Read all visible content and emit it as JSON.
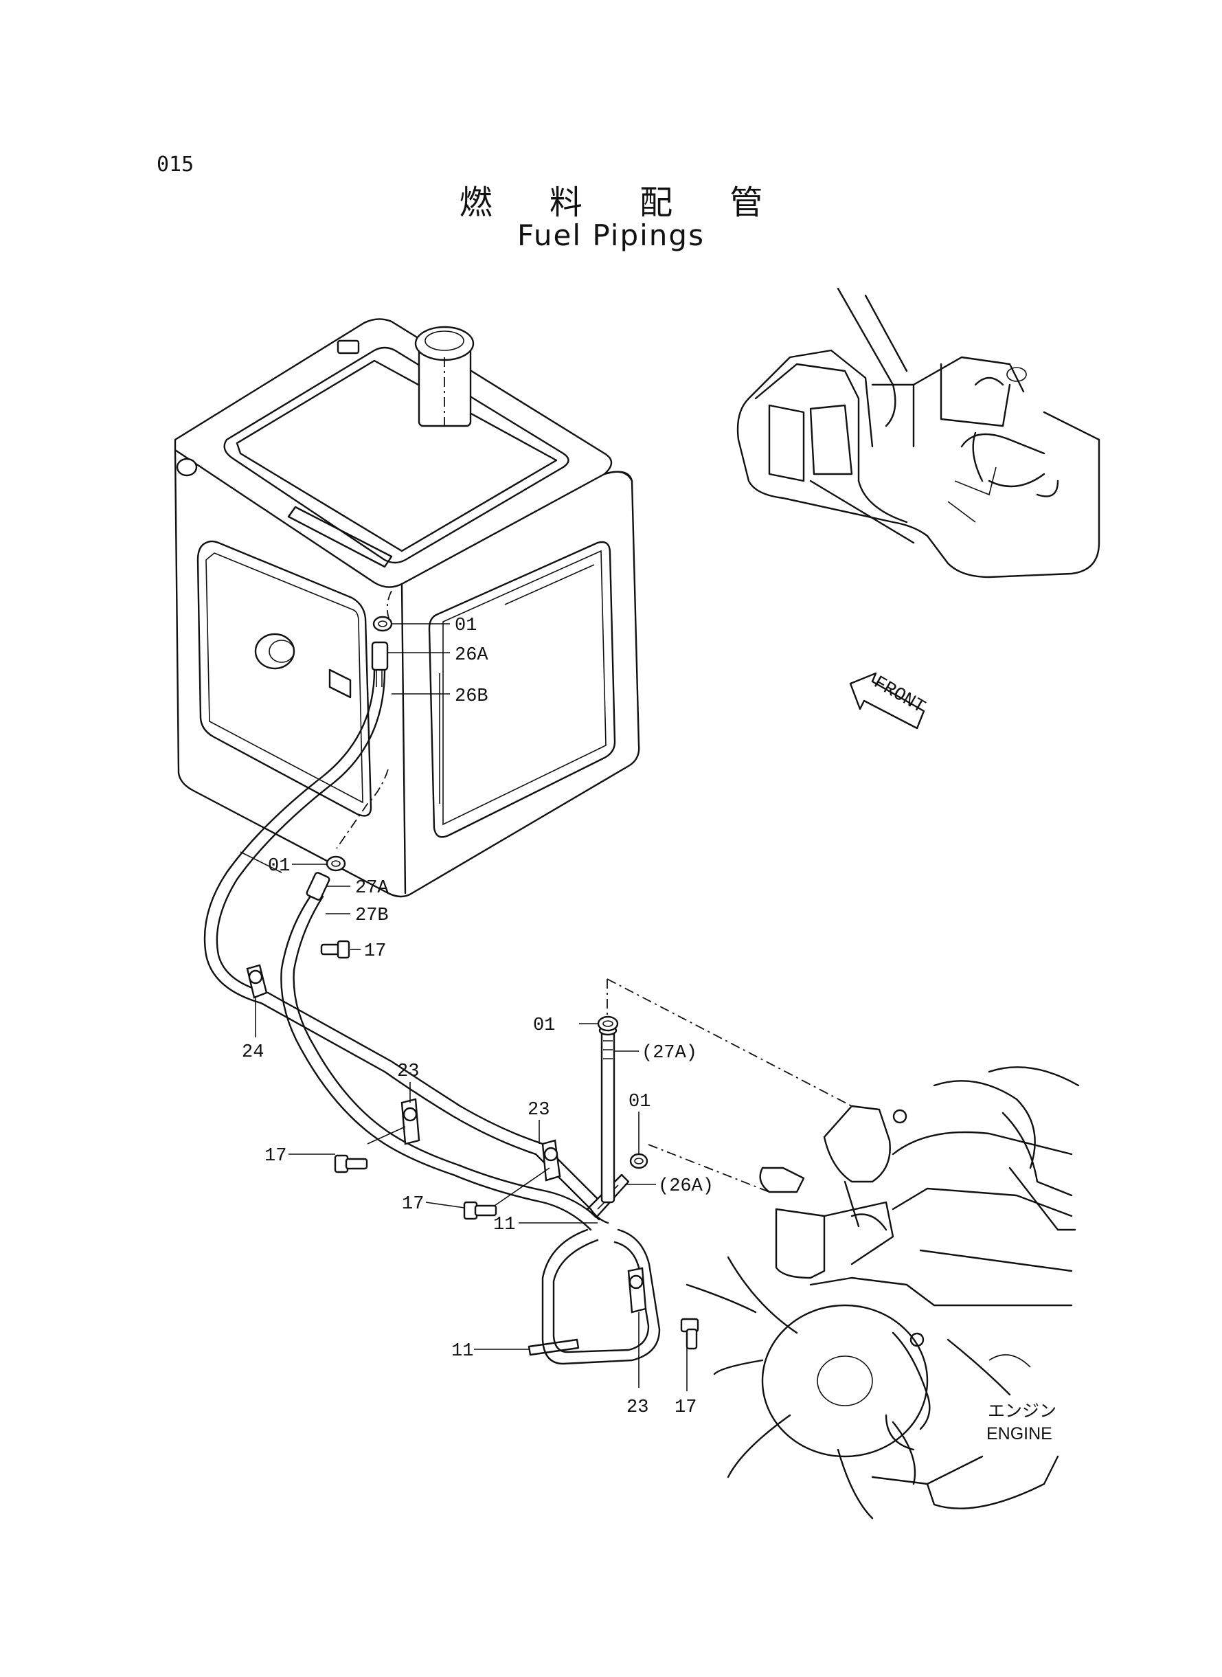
{
  "page": {
    "number": "015"
  },
  "title": {
    "japanese": "燃 料 配 管",
    "english": "Fuel Pipings"
  },
  "front_arrow": {
    "label": "FRONT"
  },
  "engine_label": {
    "japanese": "エンジン",
    "english": "ENGINE"
  },
  "callouts": {
    "c_01_top": "01",
    "c_26a": "26A",
    "c_26b": "26B",
    "c_01_left": "01",
    "c_27a": "27A",
    "c_27b": "27B",
    "c_17_upper": "17",
    "c_24": "24",
    "c_23_left": "23",
    "c_17_left": "17",
    "c_23_mid": "23",
    "c_17_mid": "17",
    "c_11_upper": "11",
    "c_01_center": "01",
    "c_27a_ref": "(27A)",
    "c_01_right": "01",
    "c_26a_ref": "(26A)",
    "c_11_lower": "11",
    "c_23_bottom": "23",
    "c_17_bottom": "17"
  },
  "icons": [
    "front-arrow-icon",
    "excavator-overview-icon",
    "fuel-tank-icon",
    "engine-icon",
    "fan-icon"
  ]
}
